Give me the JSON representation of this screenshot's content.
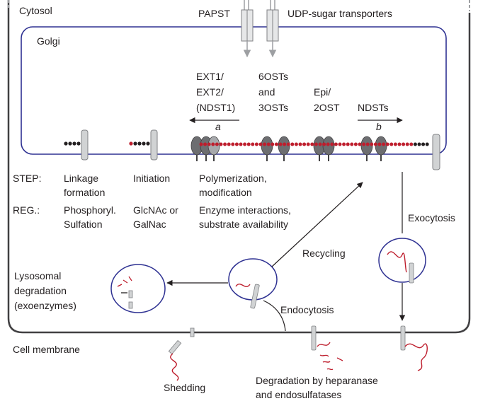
{
  "regions": {
    "cytosol": "Cytosol",
    "golgi": "Golgi",
    "cell_membrane": "Cell membrane"
  },
  "transporters": {
    "papst": "PAPST",
    "udp_sugar": "UDP-sugar transporters"
  },
  "enzymes": {
    "ext_1": "EXT1/",
    "ext_2": "EXT2/",
    "ext_3": "(NDST1)",
    "ost_1": "6OSTs",
    "ost_2": "and",
    "ost_3": "3OSTs",
    "epi_1": "Epi/",
    "epi_2": "2OST",
    "ndst": "NDSTs",
    "arrow_a": "a",
    "arrow_b": "b"
  },
  "table": {
    "step_header": "STEP:",
    "reg_header": "REG.:",
    "col1_step": [
      "Linkage",
      "formation"
    ],
    "col2_step": [
      "Initiation"
    ],
    "col3_step": [
      "Polymerization,",
      "modification"
    ],
    "col1_reg": [
      "Phosphoryl.",
      "Sulfation"
    ],
    "col2_reg": [
      "GlcNAc or",
      "GalNac"
    ],
    "col3_reg": [
      "Enzyme interactions,",
      "substrate availability"
    ]
  },
  "processes": {
    "exocytosis": "Exocytosis",
    "recycling": "Recycling",
    "endocytosis": "Endocytosis",
    "lysosomal_1": "Lysosomal",
    "lysosomal_2": "degradation",
    "lysosomal_3": "(exoenzymes)",
    "shedding": "Shedding",
    "degradation_1": "Degradation by heparanase",
    "degradation_2": "and endosulfatases"
  },
  "colors": {
    "membrane": "#2e3192",
    "heparan_chain": "#be1e2d",
    "linker_sugar": "#231f20",
    "core_protein": "#bcbec0",
    "enzyme": "#6d6e71",
    "arrow": "#231f20"
  }
}
